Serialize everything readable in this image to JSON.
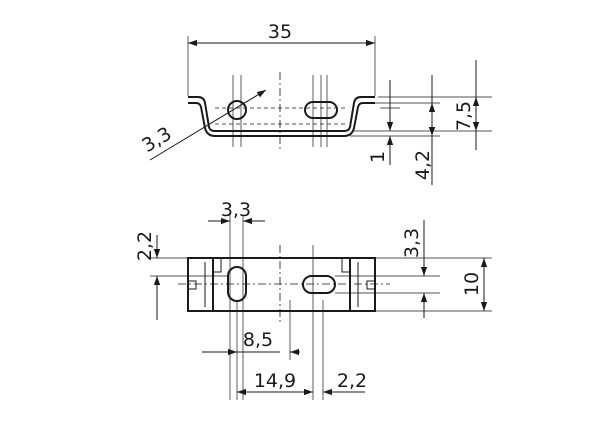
{
  "dimensions": {
    "width_35": "35",
    "hole_3_3": "3,3",
    "height_7_5": "7,5",
    "thickness_1": "1",
    "height_4_2": "4,2",
    "slot_3_3": "3,3",
    "offset_2_2_left": "2,2",
    "offset_3_3_right": "3,3",
    "height_10": "10",
    "pitch_8_5": "8,5",
    "pitch_14_9": "14,9",
    "slot_2_2_bottom": "2,2"
  }
}
